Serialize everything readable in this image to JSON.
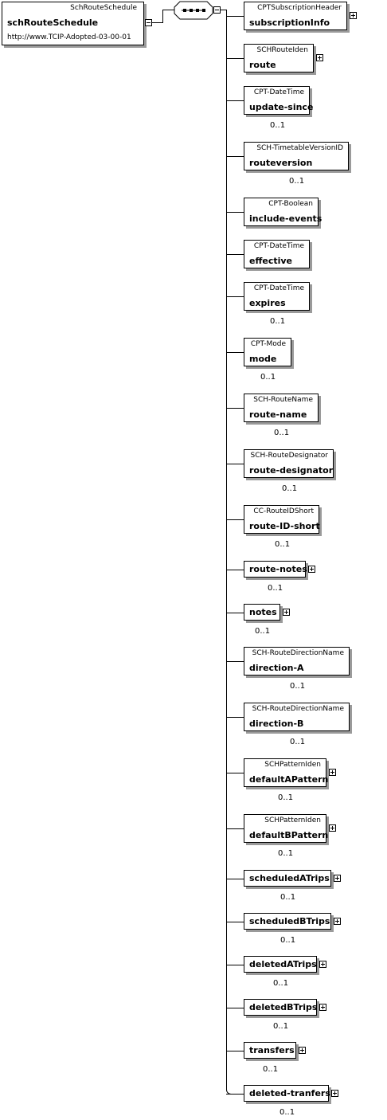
{
  "root": {
    "type": "SchRouteSchedule",
    "name": "schRouteSchedule",
    "namespace": "http://www.TCIP-Adopted-03-00-01"
  },
  "elements": [
    {
      "type": "CPTSubscriptionHeader",
      "name": "subscriptionInfo",
      "cardinality": "",
      "expandable": true
    },
    {
      "type": "SCHRouteIden",
      "name": "route",
      "cardinality": "",
      "expandable": true
    },
    {
      "type": "CPT-DateTime",
      "name": "update-since",
      "cardinality": "0..1",
      "expandable": false
    },
    {
      "type": "SCH-TimetableVersionID",
      "name": "routeversion",
      "cardinality": "0..1",
      "expandable": false
    },
    {
      "type": "CPT-Boolean",
      "name": "include-events",
      "cardinality": "",
      "expandable": false
    },
    {
      "type": "CPT-DateTime",
      "name": "effective",
      "cardinality": "",
      "expandable": false
    },
    {
      "type": "CPT-DateTime",
      "name": "expires",
      "cardinality": "0..1",
      "expandable": false
    },
    {
      "type": "CPT-Mode",
      "name": "mode",
      "cardinality": "0..1",
      "expandable": false
    },
    {
      "type": "SCH-RouteName",
      "name": "route-name",
      "cardinality": "0..1",
      "expandable": false
    },
    {
      "type": "SCH-RouteDesignator",
      "name": "route-designator",
      "cardinality": "0..1",
      "expandable": false
    },
    {
      "type": "CC-RouteIDShort",
      "name": "route-ID-short",
      "cardinality": "0..1",
      "expandable": false
    },
    {
      "type": "",
      "name": "route-notes",
      "cardinality": "0..1",
      "expandable": true
    },
    {
      "type": "",
      "name": "notes",
      "cardinality": "0..1",
      "expandable": true
    },
    {
      "type": "SCH-RouteDirectionName",
      "name": "direction-A",
      "cardinality": "0..1",
      "expandable": false
    },
    {
      "type": "SCH-RouteDirectionName",
      "name": "direction-B",
      "cardinality": "0..1",
      "expandable": false
    },
    {
      "type": "SCHPatternIden",
      "name": "defaultAPattern",
      "cardinality": "0..1",
      "expandable": true
    },
    {
      "type": "SCHPatternIden",
      "name": "defaultBPattern",
      "cardinality": "0..1",
      "expandable": true
    },
    {
      "type": "",
      "name": "scheduledATrips",
      "cardinality": "0..1",
      "expandable": true
    },
    {
      "type": "",
      "name": "scheduledBTrips",
      "cardinality": "0..1",
      "expandable": true
    },
    {
      "type": "",
      "name": "deletedATrips",
      "cardinality": "0..1",
      "expandable": true
    },
    {
      "type": "",
      "name": "deletedBTrips",
      "cardinality": "0..1",
      "expandable": true
    },
    {
      "type": "",
      "name": "transfers",
      "cardinality": "0..1",
      "expandable": true
    },
    {
      "type": "",
      "name": "deleted-tranfers",
      "cardinality": "0..1",
      "expandable": true
    }
  ]
}
